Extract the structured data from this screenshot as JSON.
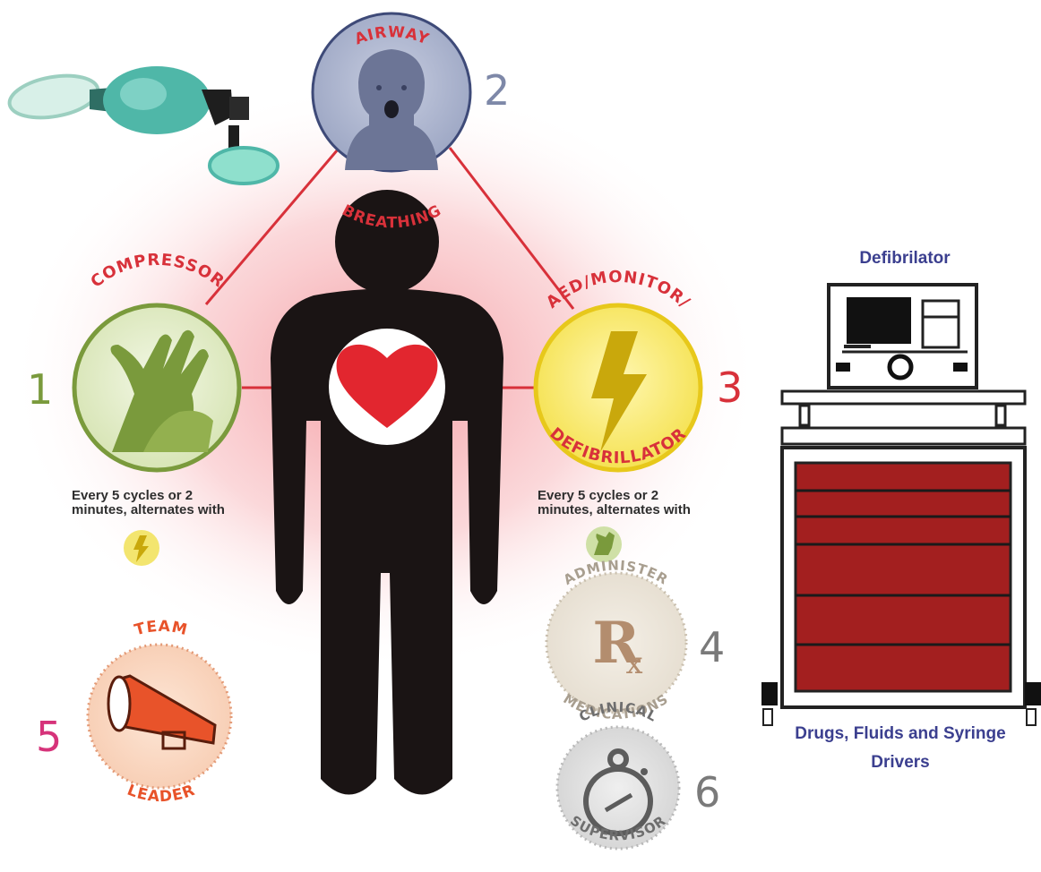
{
  "roles": {
    "compressor": {
      "number": "1",
      "label": "COMPRESSOR",
      "note": "Every 5 cycles or 2 minutes, alternates with"
    },
    "airway": {
      "number": "2",
      "label_top": "AIRWAY",
      "label_bottom": "BREATHING"
    },
    "defib": {
      "number": "3",
      "label_top": "AED/MONITOR/",
      "label_bottom": "DEFIBRILLATOR",
      "note": "Every 5 cycles or 2 minutes, alternates with"
    },
    "meds": {
      "number": "4",
      "label_top": "ADMINISTER",
      "label_bottom": "MEDICATIONS",
      "symbol": "R"
    },
    "leader": {
      "number": "5",
      "label_top": "TEAM",
      "label_bottom": "LEADER"
    },
    "supervisor": {
      "number": "6",
      "label_top": "CLINICAL",
      "label_bottom": "SUPERVISOR"
    }
  },
  "equipment": {
    "defibrillator_label": "Defibrilator",
    "cart_label": "Drugs, Fluids and Syringe Drivers"
  },
  "colors": {
    "connector": "#d8313a",
    "compressor_green": "#7a9a3c",
    "airway_blue": "#7e88a8",
    "defib_yellow": "#f4e04a",
    "number_red": "#d8313a",
    "number_grey": "#7a7a7a",
    "number_magenta": "#d6337a",
    "label_blue": "#3b3f8f",
    "cart_red": "#a31f1f",
    "leader_orange": "#e8532a"
  },
  "icons": {
    "compressor": "hands-cpr-icon",
    "airway": "face-mouth-icon",
    "defib": "lightning-bolt-icon",
    "meds": "rx-symbol-icon",
    "leader": "megaphone-icon",
    "supervisor": "stopwatch-icon",
    "bag_valve_mask": "bag-valve-mask-icon"
  }
}
